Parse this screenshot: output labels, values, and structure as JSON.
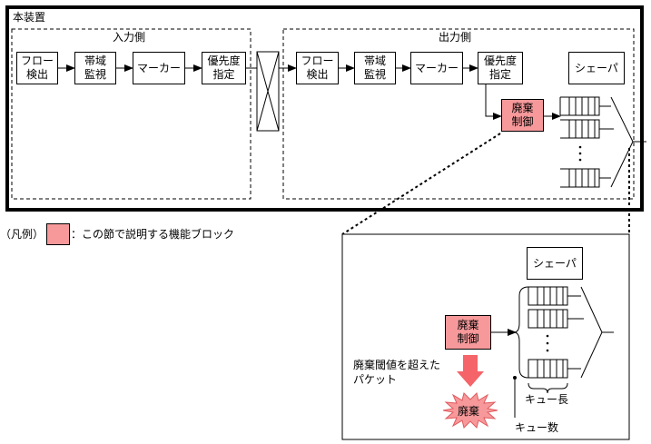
{
  "device": {
    "title": "本装置",
    "input_side": {
      "label": "入力側",
      "blocks": [
        "フロー\n検出",
        "帯域\n監視",
        "マーカー",
        "優先度\n指定"
      ]
    },
    "output_side": {
      "label": "出力側",
      "blocks": [
        "フロー\n検出",
        "帯域\n監視",
        "マーカー",
        "優先度\n指定"
      ],
      "discard_control": "廃棄\n制御",
      "shaper": "シェーパ"
    }
  },
  "legend": {
    "prefix": "（凡例）",
    "text": "：この節で説明する機能ブロック",
    "color": "#f7999b"
  },
  "detail": {
    "shaper": "シェーパ",
    "discard_control": "廃棄\n制御",
    "exceed_label": "廃棄閾値を超えた\nパケット",
    "discard": "廃棄",
    "queue_length": "キュー長",
    "queue_count": "キュー数"
  },
  "colors": {
    "highlight": "#f7999b",
    "arrow": "#f46468"
  }
}
